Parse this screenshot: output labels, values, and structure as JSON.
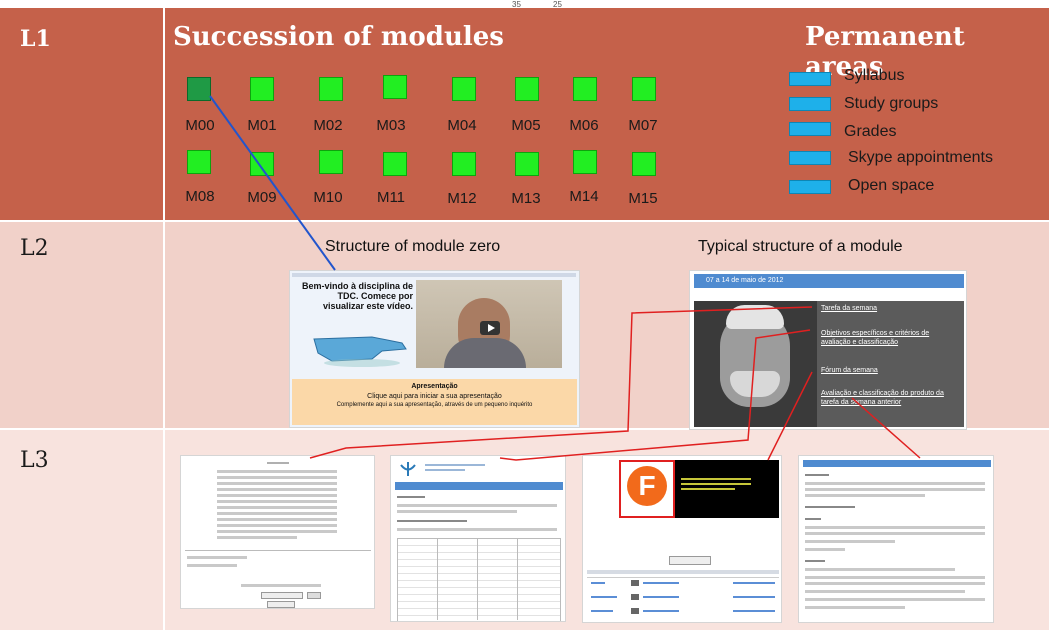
{
  "ticks": [
    "35",
    "25"
  ],
  "levels": [
    "L1",
    "L2",
    "L3"
  ],
  "header": {
    "succession_title": "Succession of modules",
    "permanent_title": "Permanent areas"
  },
  "modules_row1": [
    "M00",
    "M01",
    "M02",
    "M03",
    "M04",
    "M05",
    "M06",
    "M07"
  ],
  "modules_row2": [
    "M08",
    "M09",
    "M10",
    "M11",
    "M12",
    "M13",
    "M14",
    "M15"
  ],
  "selected_module": "M00",
  "permanent_areas": [
    "Syllabus",
    "Study groups",
    "Grades",
    "Skype appointments",
    "Open space"
  ],
  "l2": {
    "module_zero_title": "Structure of module zero",
    "typical_title": "Typical structure of a module",
    "welcome_text": "Bem-vindo à disciplina de TDC. Comece por visualizar este vídeo.",
    "apresentacao_title": "Apresentação",
    "apresentacao_line1": "Clique aqui para iniciar a sua apresentação",
    "apresentacao_line2": "Complemente aqui a sua apresentação, através de um pequeno inquérito",
    "week_header": "07 a 14 de maio de 2012",
    "week_links": [
      "Tarefa da semana",
      "Objetivos específicos e critérios de avaliação e classificação",
      "Fórum da semana",
      "Avaliação e classificação do produto da tarefa da semana anterior"
    ]
  },
  "colors": {
    "l1_background": "#c5614a",
    "l2_background": "#f1d1c9",
    "l3_background": "#f8e3de",
    "module_square": "#22ee22",
    "module_selected": "#1f9a45",
    "permanent_bar": "#1eb0ea",
    "connector_blue": "#2255cc",
    "connector_red": "#e02020"
  }
}
